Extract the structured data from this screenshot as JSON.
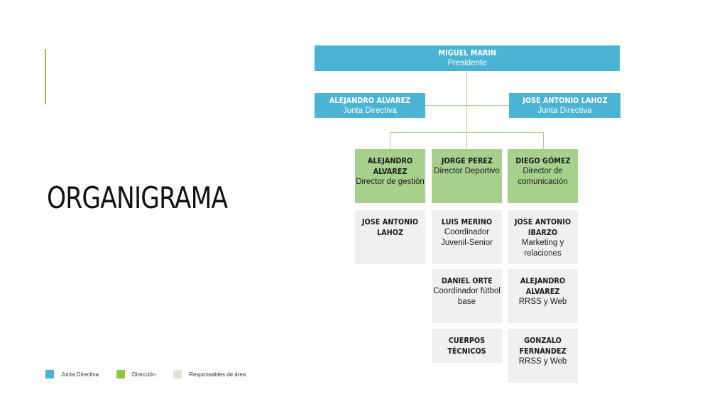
{
  "title": "ORGANIGRAMA",
  "colors": {
    "junta": "#4bb3d4",
    "direccion": "#a8d08d",
    "responsables": "#f0f0f0",
    "accent": "#8dc63f"
  },
  "president": {
    "name": "MIGUEL MARIN",
    "role": "Presidente"
  },
  "board": [
    {
      "name": "ALEJANDRO ALVAREZ",
      "role": "Junta Directiva"
    },
    {
      "name": "JOSE ANTONIO LAHOZ",
      "role": "Junta Directiva"
    }
  ],
  "directors": [
    {
      "name": "ALEJANDRO ALVAREZ",
      "role": "Director de gestión"
    },
    {
      "name": "JORGE PEREZ",
      "role": "Director Deportivo"
    },
    {
      "name": "DIEGO GÓMEZ",
      "role": "Director de comunicación"
    }
  ],
  "area_heads": {
    "gestion": [
      {
        "name": "JOSE ANTONIO LAHOZ",
        "role": ""
      }
    ],
    "deportivo": [
      {
        "name": "LUIS MERINO",
        "role": "Coordinador Juvenil-Senior"
      },
      {
        "name": "DANIEL ORTE",
        "role": "Coordinador fútbol base"
      },
      {
        "name": "CUERPOS TÉCNICOS",
        "role": ""
      }
    ],
    "comunicacion": [
      {
        "name": "JOSE ANTONIO IBARZO",
        "role": "Marketing y relaciones"
      },
      {
        "name": "ALEJANDRO ALVAREZ",
        "role": "RRSS y Web"
      },
      {
        "name": "GONZALO FERNÁNDEZ",
        "role": "RRSS y Web"
      }
    ]
  },
  "legend": [
    {
      "label": "Junta Directiva",
      "color": "#4bb3d4"
    },
    {
      "label": "Dirección",
      "color": "#8dc63f"
    },
    {
      "label": "Responsables de área",
      "color": "#e3e0d6"
    }
  ]
}
